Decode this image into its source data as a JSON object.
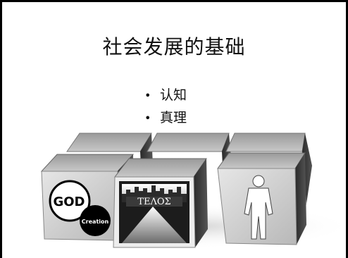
{
  "slide": {
    "title": "社会发展的基础",
    "bullets": [
      {
        "text": "认知"
      },
      {
        "text": "真理"
      }
    ],
    "bullet_marker": "•"
  },
  "cubes": {
    "god": {
      "word": "GOD",
      "caption": "Creation"
    },
    "telos": {
      "word": "ΤΕΛΟΣ"
    },
    "person": {
      "figure": "person-silhouette-icon"
    }
  }
}
